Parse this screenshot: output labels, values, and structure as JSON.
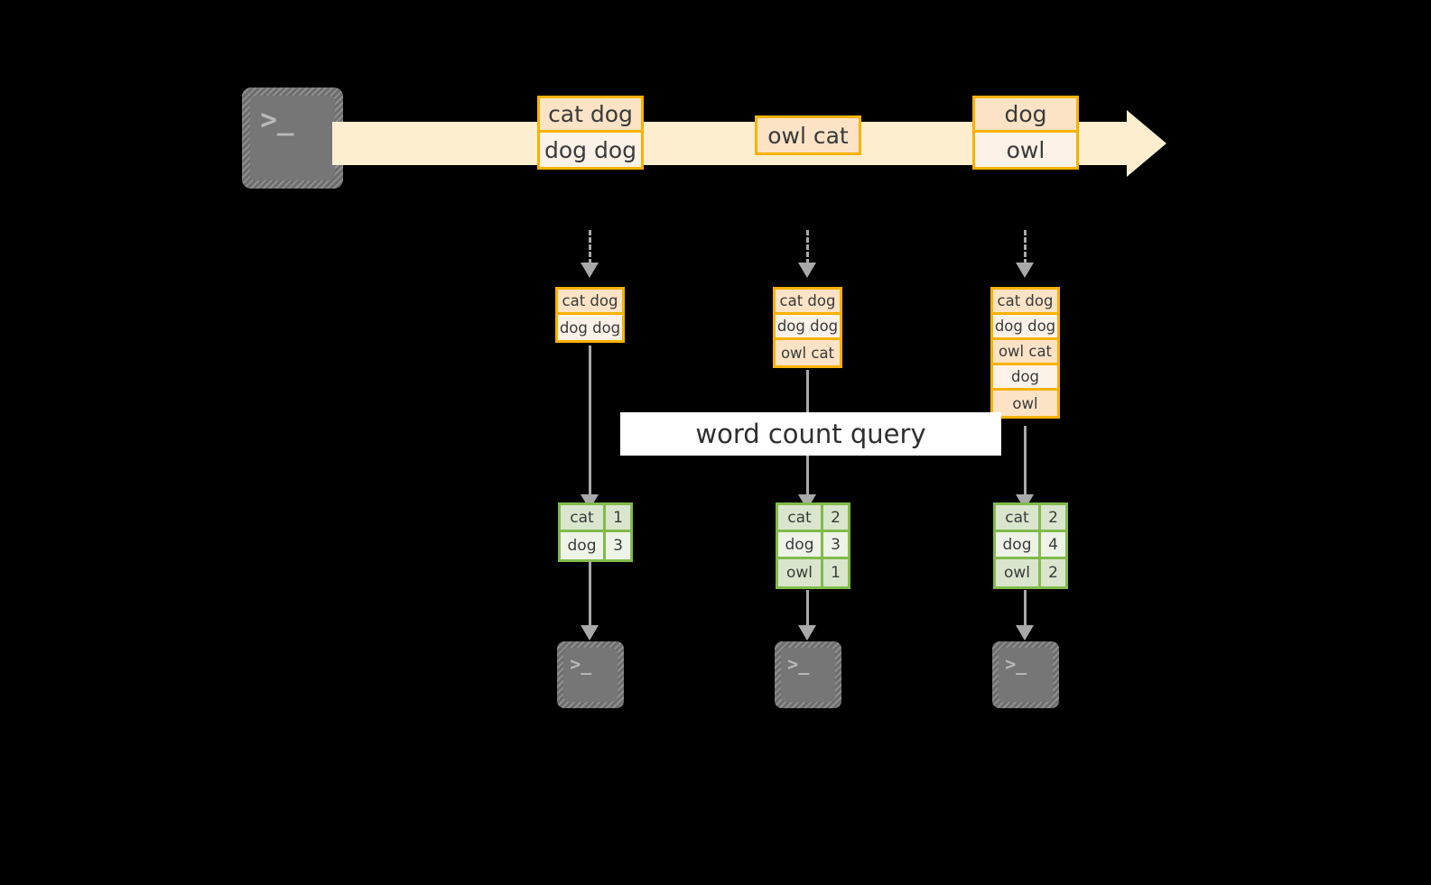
{
  "diagram": {
    "title": "word count query",
    "colors": {
      "stream_fill": "#fdeed0",
      "event_border": "#f8b200",
      "event_fill_dark": "#fce3c6",
      "event_fill_light": "#fdf2e7",
      "result_border": "#82ba4b",
      "result_fill_dark": "#d9e6cd",
      "result_fill_light": "#eef3e8",
      "connector": "#a9a9a9",
      "terminal_fill": "#767676",
      "background": "#000000"
    }
  },
  "source": {
    "icon": "terminal-icon",
    "glyph": ">_"
  },
  "stream": {
    "icon": "arrow-right-icon",
    "events": [
      {
        "id": "event-group-1",
        "lines": [
          "cat dog",
          "dog dog"
        ]
      },
      {
        "id": "event-group-2",
        "lines": [
          "owl cat"
        ]
      },
      {
        "id": "event-group-3",
        "lines": [
          "dog",
          "owl"
        ]
      }
    ]
  },
  "snapshots": [
    {
      "id": "snapshot-1",
      "lines": [
        "cat dog",
        "dog dog"
      ]
    },
    {
      "id": "snapshot-2",
      "lines": [
        "cat dog",
        "dog dog",
        "owl cat"
      ]
    },
    {
      "id": "snapshot-3",
      "lines": [
        "cat dog",
        "dog dog",
        "owl cat",
        "dog",
        "owl"
      ]
    }
  ],
  "results": [
    {
      "id": "result-1",
      "rows": [
        {
          "word": "cat",
          "count": "1"
        },
        {
          "word": "dog",
          "count": "3"
        }
      ]
    },
    {
      "id": "result-2",
      "rows": [
        {
          "word": "cat",
          "count": "2"
        },
        {
          "word": "dog",
          "count": "3"
        },
        {
          "word": "owl",
          "count": "1"
        }
      ]
    },
    {
      "id": "result-3",
      "rows": [
        {
          "word": "cat",
          "count": "2"
        },
        {
          "word": "dog",
          "count": "4"
        },
        {
          "word": "owl",
          "count": "2"
        }
      ]
    }
  ],
  "sinks": [
    {
      "id": "sink-1",
      "icon": "terminal-icon",
      "glyph": ">_"
    },
    {
      "id": "sink-2",
      "icon": "terminal-icon",
      "glyph": ">_"
    },
    {
      "id": "sink-3",
      "icon": "terminal-icon",
      "glyph": ">_"
    }
  ]
}
